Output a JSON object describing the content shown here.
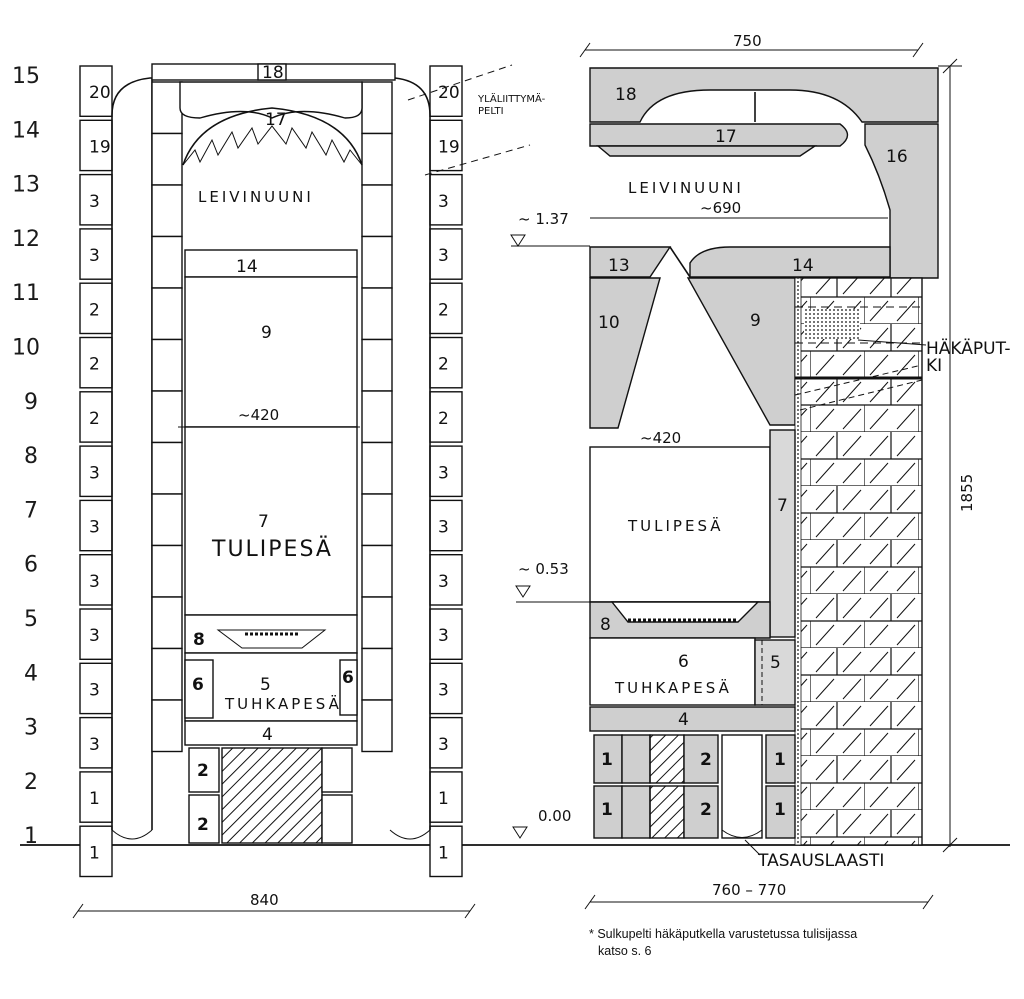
{
  "row_numbers": [
    "15",
    "14",
    "13",
    "12",
    "11",
    "10",
    "9",
    "8",
    "7",
    "6",
    "5",
    "4",
    "3",
    "2",
    "1"
  ],
  "front_view": {
    "left_col": [
      "20",
      "19",
      "3",
      "3",
      "2",
      "2",
      "2",
      "3",
      "3",
      "3",
      "3",
      "3",
      "3",
      "1",
      "1"
    ],
    "right_col": [
      "20",
      "19",
      "3",
      "3",
      "2",
      "2",
      "2",
      "3",
      "3",
      "3",
      "3",
      "3",
      "3",
      "1",
      "1"
    ],
    "top_block": "18",
    "vault": "17",
    "oven_label": "LEIVINUUNI",
    "block_14": "14",
    "block_9": "9",
    "width_mid": "~420",
    "block_7": "7",
    "firebox_label": "TULIPESÄ",
    "block_8": "8",
    "block_5": "5",
    "block_6": "6",
    "ash_label": "TUHKAPESÄ",
    "block_4": "4",
    "base_2": "2",
    "damper_label_1": "YLÄLIITTYMÄ-",
    "damper_label_2": "PELTI",
    "width_bottom": "840"
  },
  "side_view": {
    "width_top": "750",
    "block_18": "18",
    "block_17": "17",
    "block_16": "16",
    "oven_label": "LEIVINUUNI",
    "width_oven": "~690",
    "level_137": "~ 1.37",
    "block_13": "13",
    "block_14": "14",
    "block_10": "10",
    "block_9": "9",
    "pipe_label_1": "HÄKÄPUT-",
    "pipe_label_2": "KI",
    "width_firebox": "~420",
    "firebox_label": "TULIPESÄ",
    "block_7": "7",
    "level_053": "~ 0.53",
    "block_8": "8",
    "block_6": "6",
    "ash_label": "TUHKAPESÄ",
    "block_5": "5",
    "block_4": "4",
    "base_1": "1",
    "base_2": "2",
    "level_000": "0.00",
    "mortar_label": "TASAUSLAASTI",
    "height_total": "1855",
    "width_bottom": "760 – 770"
  },
  "footnote_1": "* Sulkupelti häkäputkella varustetussa tulisijassa",
  "footnote_2": "katso s. 6"
}
